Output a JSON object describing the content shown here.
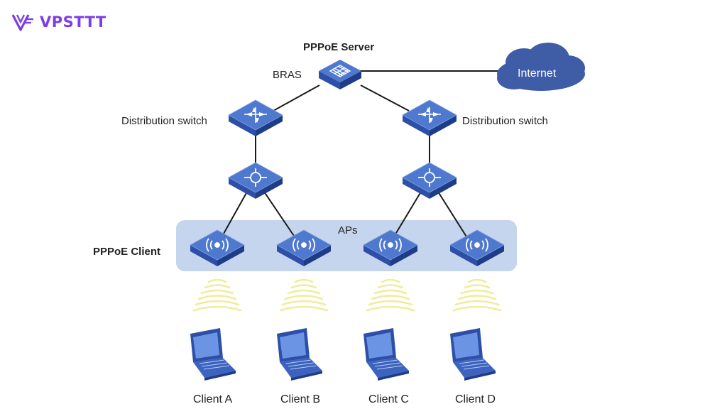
{
  "brand": {
    "name": "VPSTTT",
    "color": "#7b3fe4"
  },
  "labels": {
    "pppoe_server": "PPPoE Server",
    "bras": "BRAS",
    "internet": "Internet",
    "distribution_switch_left": "Distribution switch",
    "distribution_switch_right": "Distribution switch",
    "aps": "APs",
    "pppoe_client": "PPPoE Client"
  },
  "clients": [
    {
      "label": "Client A"
    },
    {
      "label": "Client B"
    },
    {
      "label": "Client C"
    },
    {
      "label": "Client D"
    }
  ],
  "colors": {
    "device_blue": "#2d4fa8",
    "device_top": "#4f79cf",
    "cloud": "#3f5ca6",
    "ap_band": "#c5d5ee",
    "signal": "#f0ec9c",
    "link": "#1a1a1a"
  }
}
